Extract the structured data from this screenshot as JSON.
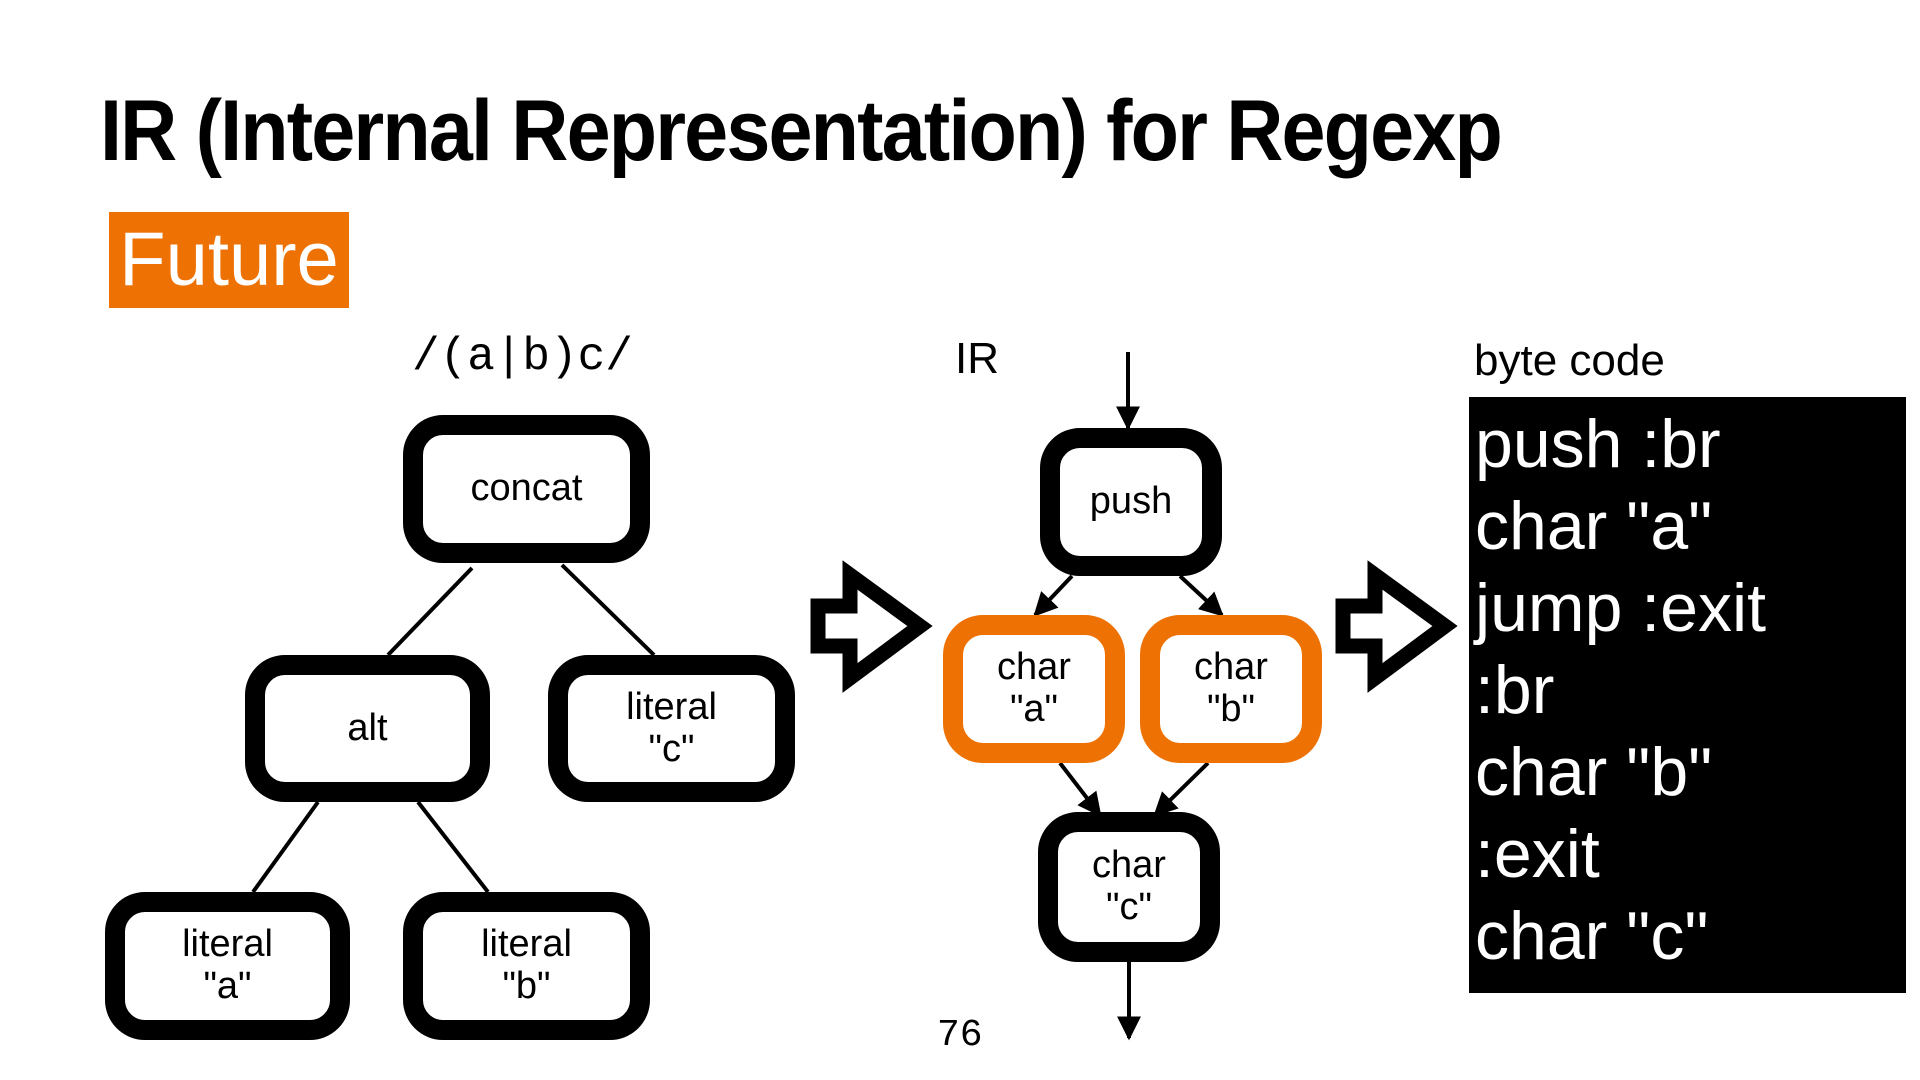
{
  "slide": {
    "title": "IR (Internal Representation) for Regexp",
    "badge": "Future",
    "page_number": "76",
    "accent_color": "#EE7203"
  },
  "ast": {
    "label": "/(a|b)c/",
    "nodes": {
      "concat": [
        "concat"
      ],
      "alt": [
        "alt"
      ],
      "literal_c": [
        "literal",
        "\"c\""
      ],
      "literal_a": [
        "literal",
        "\"a\""
      ],
      "literal_b": [
        "literal",
        "\"b\""
      ]
    }
  },
  "ir": {
    "label": "IR",
    "nodes": {
      "push": [
        "push"
      ],
      "char_a": [
        "char",
        "\"a\""
      ],
      "char_b": [
        "char",
        "\"b\""
      ],
      "char_c": [
        "char",
        "\"c\""
      ]
    },
    "highlighted": [
      "char_a",
      "char_b"
    ]
  },
  "bytecode": {
    "label": "byte code",
    "lines": [
      "push :br",
      "char \"a\"",
      "jump :exit",
      ":br",
      "char \"b\"",
      ":exit",
      "char \"c\""
    ]
  },
  "arrows": {
    "ast_to_ir": "hollow-right-arrow",
    "ir_to_bytecode": "hollow-right-arrow"
  }
}
